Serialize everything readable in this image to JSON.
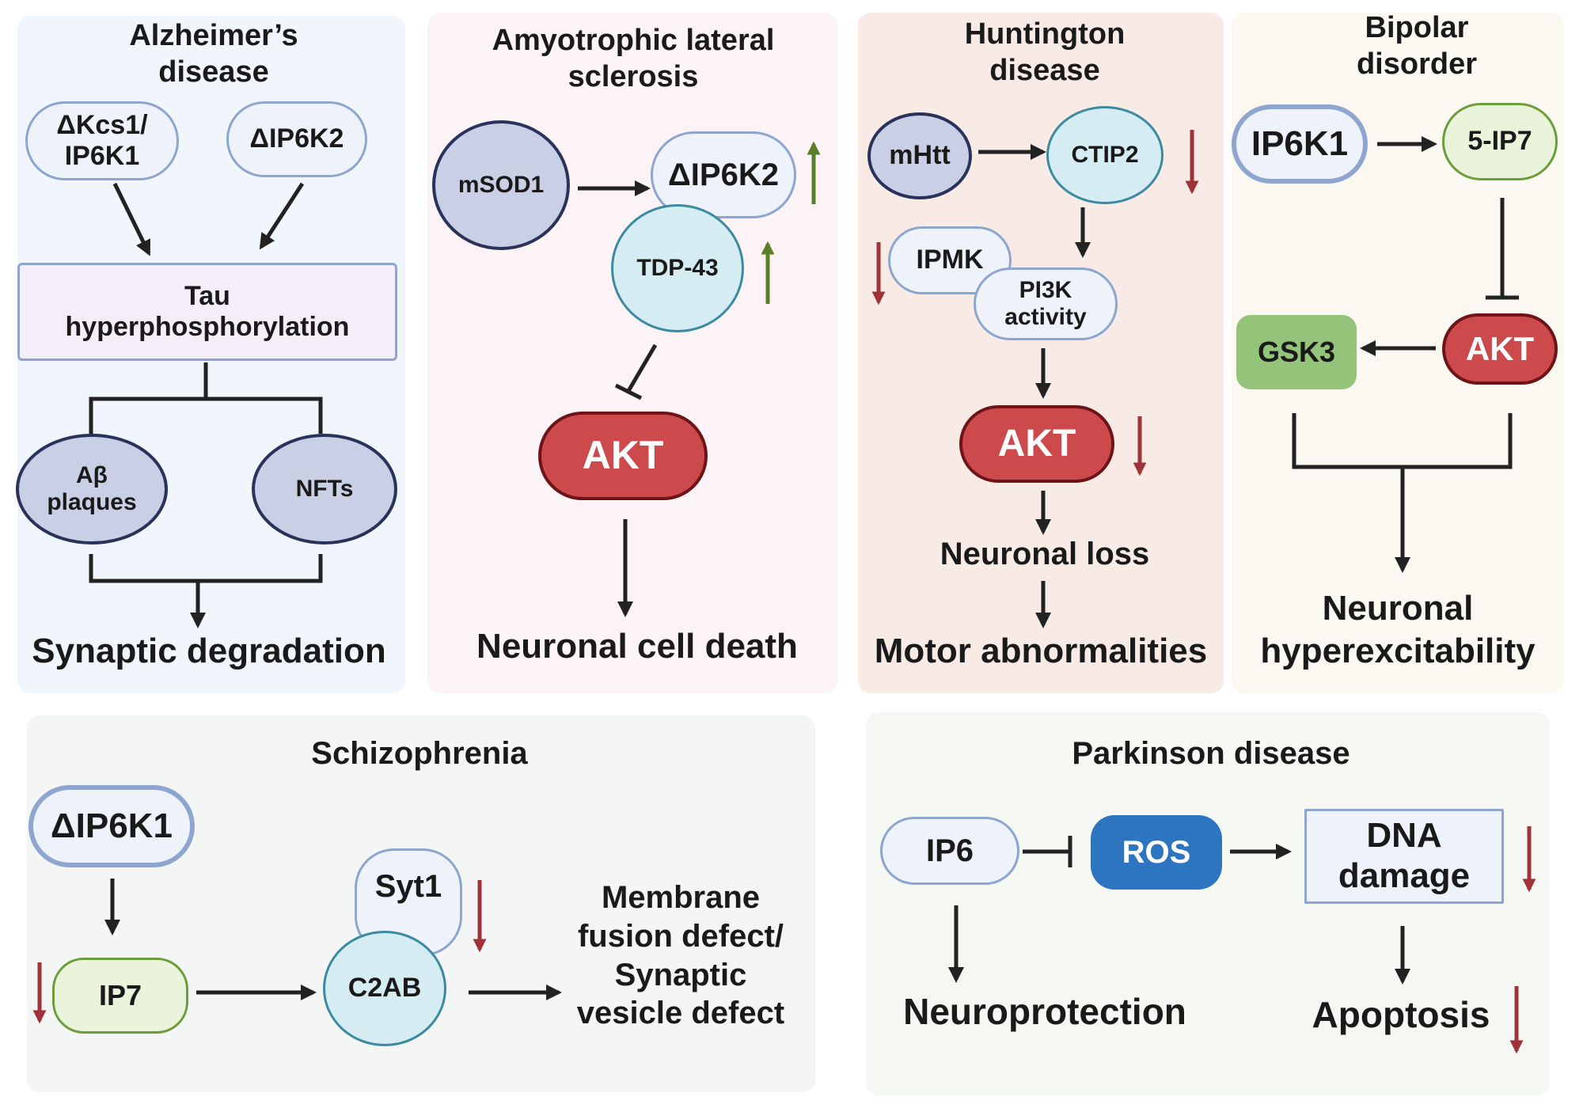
{
  "alzheimers": {
    "title": "Alzheimer’s\ndisease",
    "node_kcs1": "ΔKcs1/\nIP6K1",
    "node_ip6k2": "ΔIP6K2",
    "tau": "Tau\nhyperphosphorylation",
    "abeta": "Aβ\nplaques",
    "nfts": "NFTs",
    "outcome": "Synaptic degradation"
  },
  "als": {
    "title": "Amyotrophic lateral\nsclerosis",
    "msod1": "mSOD1",
    "ip6k2": "ΔIP6K2",
    "tdp43": "TDP-43",
    "akt": "AKT",
    "outcome": "Neuronal cell death"
  },
  "huntington": {
    "title": "Huntington\ndisease",
    "mhtt": "mHtt",
    "ctip2": "CTIP2",
    "ipmk": "IPMK",
    "pi3k": "PI3K\nactivity",
    "akt": "AKT",
    "loss": "Neuronal loss",
    "outcome": "Motor abnormalities"
  },
  "bipolar": {
    "title": "Bipolar\ndisorder",
    "ip6k1": "IP6K1",
    "ip7": "5-IP7",
    "akt": "AKT",
    "gsk3": "GSK3",
    "outcome": "Neuronal\nhyperexcitability"
  },
  "schizophrenia": {
    "title": "Schizophrenia",
    "ip6k1": "ΔIP6K1",
    "ip7": "IP7",
    "syt1": "Syt1",
    "c2ab": "C2AB",
    "outcome": "Membrane\nfusion defect/\nSynaptic\nvesicle defect"
  },
  "parkinson": {
    "title": "Parkinson disease",
    "ip6": "IP6",
    "ros": "ROS",
    "dna": "DNA\ndamage",
    "neuroprotection": "Neuroprotection",
    "apoptosis": "Apoptosis"
  },
  "colors": {
    "arrow": "#222222",
    "up_arrow": "#5a7f2a",
    "down_arrow": "#a0323a"
  }
}
